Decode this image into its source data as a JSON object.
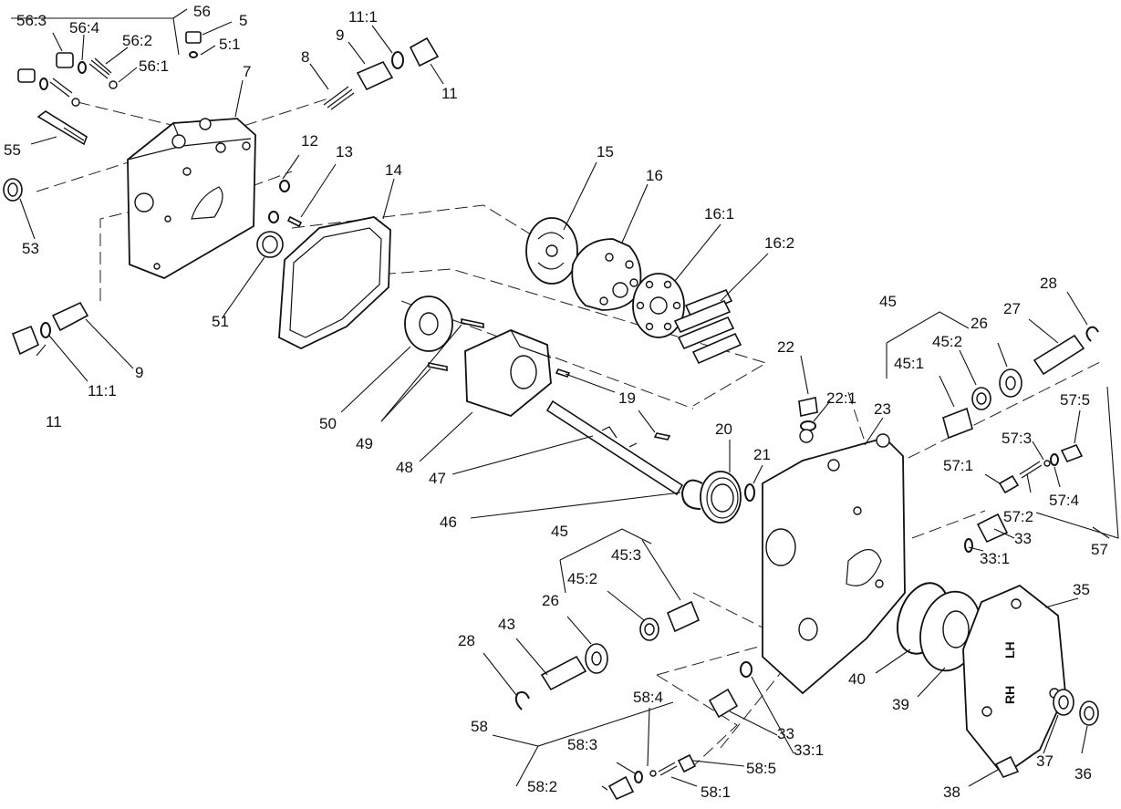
{
  "callouts": [
    {
      "id": "c56",
      "text": "56"
    },
    {
      "id": "c56_3",
      "text": "56:3"
    },
    {
      "id": "c56_4",
      "text": "56:4"
    },
    {
      "id": "c56_2",
      "text": "56:2"
    },
    {
      "id": "c56_1",
      "text": "56:1"
    },
    {
      "id": "c5",
      "text": "5"
    },
    {
      "id": "c5_1",
      "text": "5:1"
    },
    {
      "id": "c7",
      "text": "7"
    },
    {
      "id": "c8",
      "text": "8"
    },
    {
      "id": "c9a",
      "text": "9"
    },
    {
      "id": "c11_1a",
      "text": "11:1"
    },
    {
      "id": "c11a",
      "text": "11"
    },
    {
      "id": "c55",
      "text": "55"
    },
    {
      "id": "c53",
      "text": "53"
    },
    {
      "id": "c12",
      "text": "12"
    },
    {
      "id": "c13",
      "text": "13"
    },
    {
      "id": "c14",
      "text": "14"
    },
    {
      "id": "c15",
      "text": "15"
    },
    {
      "id": "c16",
      "text": "16"
    },
    {
      "id": "c16_1",
      "text": "16:1"
    },
    {
      "id": "c16_2",
      "text": "16:2"
    },
    {
      "id": "c51",
      "text": "51"
    },
    {
      "id": "c11b",
      "text": "11"
    },
    {
      "id": "c11_1b",
      "text": "11:1"
    },
    {
      "id": "c9b",
      "text": "9"
    },
    {
      "id": "c50",
      "text": "50"
    },
    {
      "id": "c49",
      "text": "49"
    },
    {
      "id": "c48",
      "text": "48"
    },
    {
      "id": "c47",
      "text": "47"
    },
    {
      "id": "c19",
      "text": "19"
    },
    {
      "id": "c20",
      "text": "20"
    },
    {
      "id": "c21",
      "text": "21"
    },
    {
      "id": "c46",
      "text": "46"
    },
    {
      "id": "c22",
      "text": "22"
    },
    {
      "id": "c22_1",
      "text": "22:1"
    },
    {
      "id": "c23",
      "text": "23"
    },
    {
      "id": "c45a",
      "text": "45"
    },
    {
      "id": "c45_2a",
      "text": "45:2"
    },
    {
      "id": "c26a",
      "text": "26"
    },
    {
      "id": "c27",
      "text": "27"
    },
    {
      "id": "c28a",
      "text": "28"
    },
    {
      "id": "c45_1",
      "text": "45:1"
    },
    {
      "id": "c57_5",
      "text": "57:5"
    },
    {
      "id": "c57_3",
      "text": "57:3"
    },
    {
      "id": "c57_1",
      "text": "57:1"
    },
    {
      "id": "c57_4",
      "text": "57:4"
    },
    {
      "id": "c57_2",
      "text": "57:2"
    },
    {
      "id": "c57",
      "text": "57"
    },
    {
      "id": "c33a",
      "text": "33"
    },
    {
      "id": "c33_1a",
      "text": "33:1"
    },
    {
      "id": "c35",
      "text": "35"
    },
    {
      "id": "c45b",
      "text": "45"
    },
    {
      "id": "c45_3",
      "text": "45:3"
    },
    {
      "id": "c45_2b",
      "text": "45:2"
    },
    {
      "id": "c26b",
      "text": "26"
    },
    {
      "id": "c43",
      "text": "43"
    },
    {
      "id": "c28b",
      "text": "28"
    },
    {
      "id": "c40",
      "text": "40"
    },
    {
      "id": "c39",
      "text": "39"
    },
    {
      "id": "c33_1b",
      "text": "33:1"
    },
    {
      "id": "c33b",
      "text": "33"
    },
    {
      "id": "c37",
      "text": "37"
    },
    {
      "id": "c36",
      "text": "36"
    },
    {
      "id": "c58",
      "text": "58"
    },
    {
      "id": "c58_4",
      "text": "58:4"
    },
    {
      "id": "c58_3",
      "text": "58:3"
    },
    {
      "id": "c58_5",
      "text": "58:5"
    },
    {
      "id": "c58_2",
      "text": "58:2"
    },
    {
      "id": "c58_1",
      "text": "58:1"
    },
    {
      "id": "c38",
      "text": "38"
    }
  ],
  "plate_markings": [
    "LH",
    "RH"
  ]
}
